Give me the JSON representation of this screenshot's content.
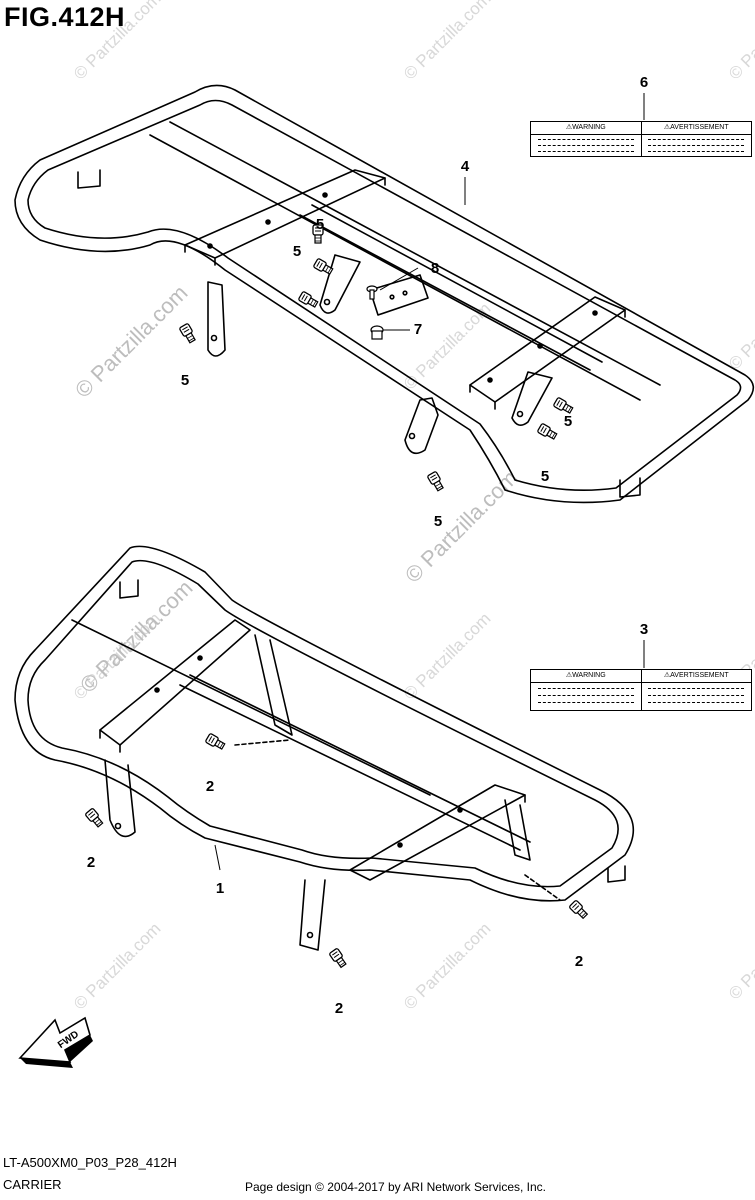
{
  "figure": {
    "title": "FIG.412H"
  },
  "callouts": {
    "c1": "1",
    "c2a": "2",
    "c2b": "2",
    "c2c": "2",
    "c2d": "2",
    "c3": "3",
    "c4": "4",
    "c5a": "5",
    "c5b": "5",
    "c5c": "5",
    "c5d": "5",
    "c5e": "5",
    "c5f": "5",
    "c6": "6",
    "c7": "7",
    "c8": "8"
  },
  "warning_label": {
    "left": "⚠WARNING",
    "right": "⚠AVERTISSEMENT"
  },
  "fwd_arrow": {
    "text": "FWD"
  },
  "watermark": {
    "text": "© Partzilla.com"
  },
  "footer": {
    "code": "LT-A500XM0_P03_P28_412H",
    "name": "CARRIER",
    "credit": "Page design © 2004-2017 by ARI Network Services, Inc."
  }
}
